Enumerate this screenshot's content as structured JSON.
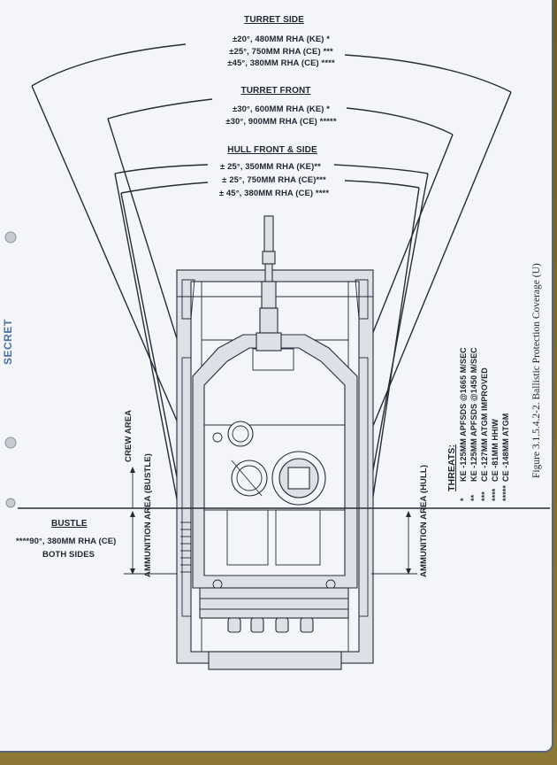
{
  "turret_side": {
    "heading": "TURRET SIDE",
    "lines": [
      "±20°, 480MM RHA (KE) *",
      "±25°, 750MM RHA (CE) ***",
      "±45°, 380MM RHA (CE) ****"
    ]
  },
  "turret_front": {
    "heading": "TURRET FRONT",
    "lines": [
      "±30°, 600MM RHA (KE) *",
      "±30°, 900MM RHA (CE) *****"
    ]
  },
  "hull_front_side": {
    "heading": "HULL FRONT & SIDE",
    "lines": [
      "± 25°, 350MM RHA (KE)**",
      "± 25°, 750MM RHA (CE)***",
      "± 45°, 380MM RHA (CE) ****"
    ]
  },
  "bustle": {
    "heading": "BUSTLE",
    "lines": [
      "****90°, 380MM RHA (CE)",
      "BOTH SIDES"
    ]
  },
  "areas": {
    "crew": "CREW AREA",
    "ammo_bustle": "AMMUNITION AREA (BUSTLE)",
    "ammo_hull": "AMMUNITION AREA (HULL)"
  },
  "threats": {
    "heading": "THREATS:",
    "items": [
      {
        "mark": "*",
        "text": "KE -125MM APFSDS @1665 M/SEC"
      },
      {
        "mark": "**",
        "text": "KE -125MM APFSDS @1450 M/SEC"
      },
      {
        "mark": "***",
        "text": "CE -127MM ATGM IMPROVED"
      },
      {
        "mark": "****",
        "text": "CE -81MM HHIW"
      },
      {
        "mark": "*****",
        "text": "CE -148MM ATGM"
      }
    ]
  },
  "figure_caption": "Figure 3.1.5.4.2-2.  Ballistic Protection Coverage  (U)",
  "classification": "SECRET"
}
